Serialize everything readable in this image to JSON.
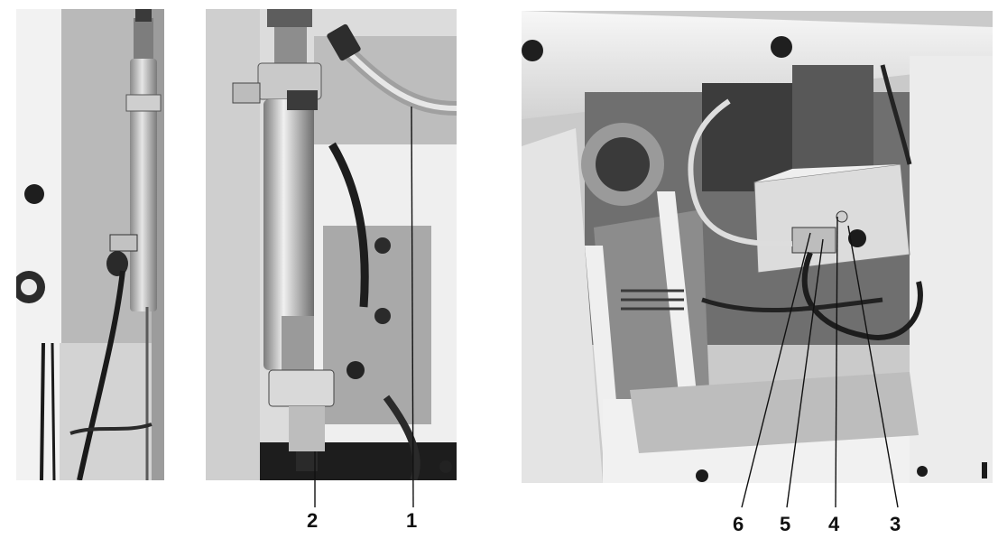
{
  "callouts": {
    "c1": "1",
    "c2": "2",
    "c3": "3",
    "c4": "4",
    "c5": "5",
    "c6": "6"
  },
  "colors": {
    "paper": "#ffffff",
    "ink": "#111111"
  }
}
